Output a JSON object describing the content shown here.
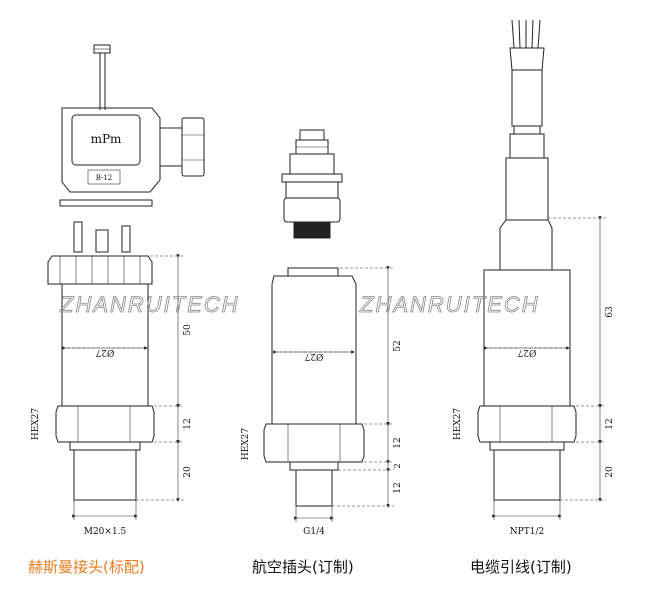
{
  "watermarks": [
    "ZHANRUITECH",
    "ZHANRUITECH"
  ],
  "connector_labels": {
    "brand": "mPm",
    "model": "B-12"
  },
  "sensors": [
    {
      "caption": "赫斯曼接头(标配)",
      "caption_color": "#e87d1e",
      "body_dia": "Ø27",
      "hex": "HEX27",
      "thread": "M20×1.5",
      "dims": [
        "50",
        "12",
        "20"
      ]
    },
    {
      "caption": "航空插头(订制)",
      "caption_color": "#111111",
      "body_dia": "Ø27",
      "hex": "HEX27",
      "thread": "G1/4",
      "dims": [
        "52",
        "12",
        "2",
        "12"
      ]
    },
    {
      "caption": "电缆引线(订制)",
      "caption_color": "#111111",
      "body_dia": "Ø27",
      "hex": "HEX27",
      "thread": "NPT1/2",
      "dims": [
        "63",
        "12",
        "20"
      ]
    }
  ]
}
